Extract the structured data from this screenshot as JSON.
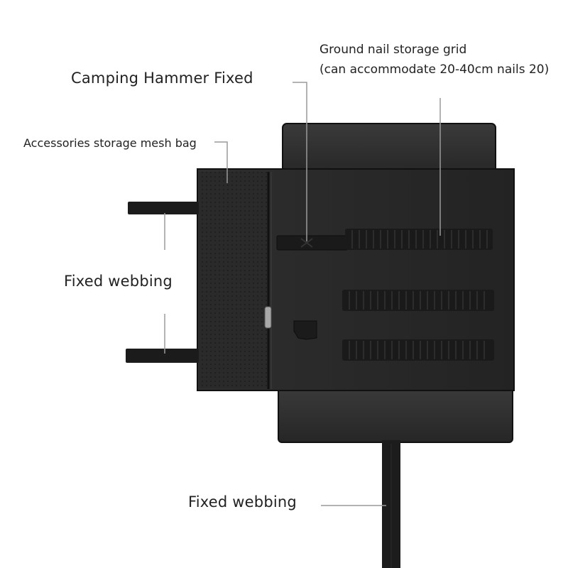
{
  "labels": {
    "hammer": "Camping Hammer Fixed",
    "nail_grid_line1": "Ground nail storage grid",
    "nail_grid_line2": "(can accommodate 20-40cm nails 20)",
    "mesh_bag": "Accessories storage mesh bag",
    "webbing_left": "Fixed webbing",
    "webbing_bottom": "Fixed webbing"
  },
  "colors": {
    "background": "#ffffff",
    "bag_body": "#262626",
    "bag_flap": "#2d2d2d",
    "leader_line": "#9a9a9a",
    "label_text": "#222222"
  }
}
